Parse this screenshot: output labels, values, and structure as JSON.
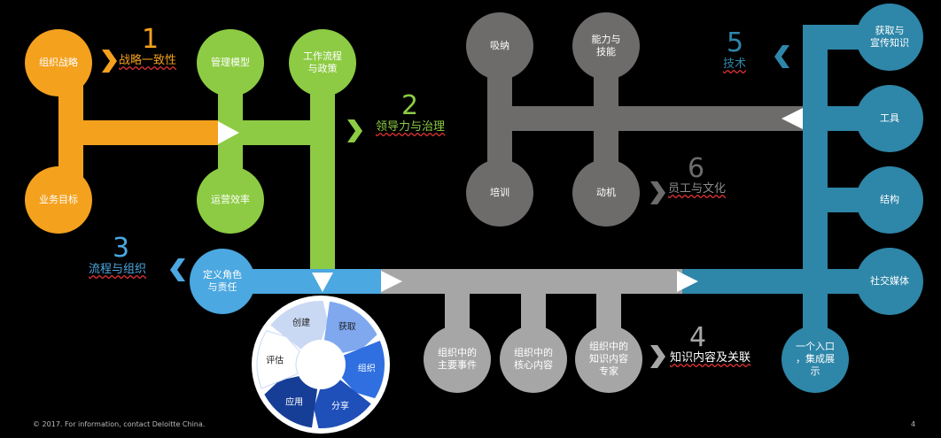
{
  "colors": {
    "orange": "#F4A11E",
    "green": "#8CCB43",
    "blue_light": "#4BA8E0",
    "gray": "#A6A6A6",
    "gray_dark": "#6E6B6B",
    "teal": "#2E86A8"
  },
  "sections": [
    {
      "number": "1",
      "title": "战略一致性"
    },
    {
      "number": "2",
      "title": "领导力与治理"
    },
    {
      "number": "3",
      "title": "流程与组织"
    },
    {
      "number": "4",
      "title": "知识内容及关联"
    },
    {
      "number": "5",
      "title": "技术"
    },
    {
      "number": "6",
      "title": "员工与文化"
    }
  ],
  "strategy": {
    "top": "组织战略",
    "bottom": "业务目标"
  },
  "governance": {
    "mgmt_model": "管理模型",
    "efficiency": "运营效率",
    "workflow": "工作流程\n与政策"
  },
  "process": {
    "roles": "定义角色\n与责任"
  },
  "cycle": [
    "创建",
    "获取",
    "组织",
    "分享",
    "应用",
    "评估"
  ],
  "knowledge": [
    "组织中的\n主要事件",
    "组织中的\n核心内容",
    "组织中的\n知识内容\n专家"
  ],
  "people": {
    "absorb": "吸纳",
    "skills": "能力与\n技能",
    "training": "培训",
    "motivation": "动机"
  },
  "tech": [
    "获取与\n宣传知识",
    "工具",
    "结构",
    "社交媒体",
    "一个入口\n，集成展\n示"
  ],
  "footer": "© 2017. For information, contact Deloitte China.",
  "page_number": "4"
}
